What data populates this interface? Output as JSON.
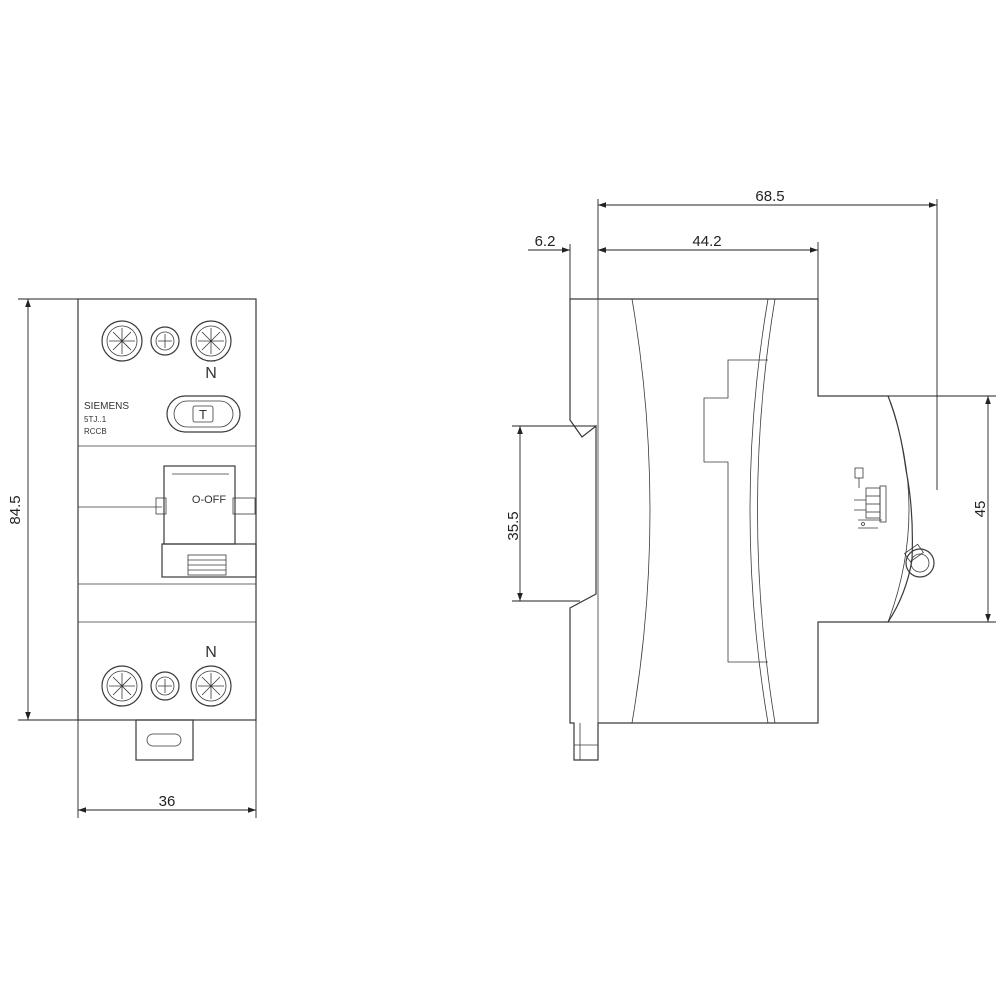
{
  "front_view": {
    "brand": "SIEMENS",
    "model": "5TJ..1",
    "type": "RCCB",
    "test_button": "T",
    "switch_label": "O-OFF",
    "neutral_top": "N",
    "neutral_bottom": "N",
    "dim_height": "84.5",
    "dim_width": "36"
  },
  "side_view": {
    "dim_total_depth": "68.5",
    "dim_front_depth": "44.2",
    "dim_rail_offset": "6.2",
    "dim_rail_height": "35.5",
    "dim_front_height": "45"
  },
  "colors": {
    "line": "#3a3a3a",
    "background": "#ffffff"
  }
}
